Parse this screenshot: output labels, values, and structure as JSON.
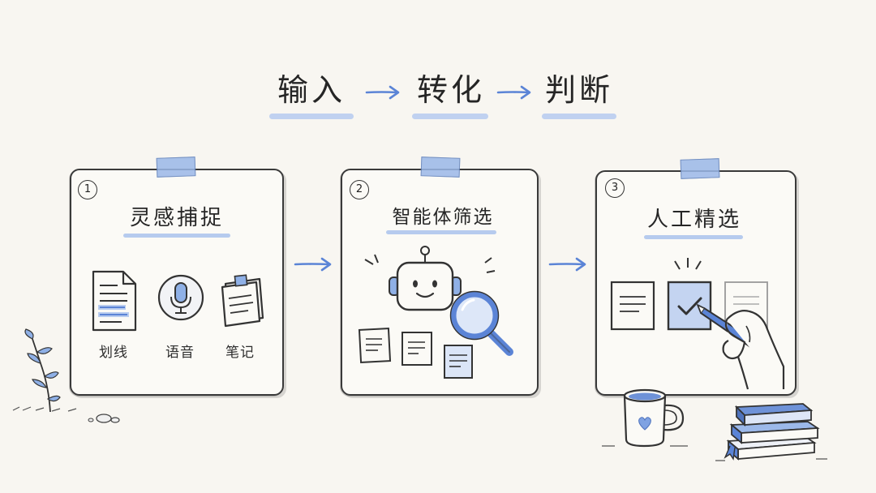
{
  "header": {
    "steps": [
      "输入",
      "转化",
      "判断"
    ]
  },
  "cards": [
    {
      "number": "1",
      "title": "灵感捕捉",
      "items": [
        {
          "label": "划线",
          "icon": "document-highlight-icon"
        },
        {
          "label": "语音",
          "icon": "microphone-icon"
        },
        {
          "label": "笔记",
          "icon": "sticky-note-icon"
        }
      ]
    },
    {
      "number": "2",
      "title": "智能体筛选",
      "icons": [
        "robot-icon",
        "magnifier-icon",
        "note-cards-icon"
      ]
    },
    {
      "number": "3",
      "title": "人工精选",
      "icons": [
        "note-card-icon",
        "checked-card-icon",
        "hand-pen-icon"
      ]
    }
  ],
  "colors": {
    "accent": "#5b84d6",
    "accent_light": "#b9cdef",
    "ink": "#2a2a2a",
    "background": "#f8f6f1"
  }
}
